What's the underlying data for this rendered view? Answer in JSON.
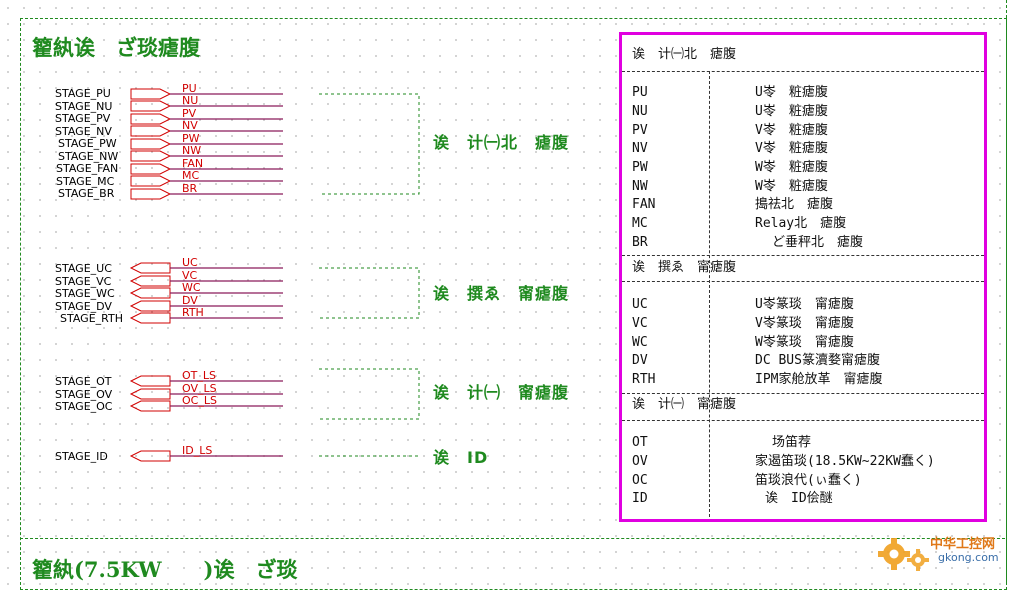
{
  "page": {
    "top_title": "籊紈诶　ざ琰瘧腹",
    "bottom_title": "籊紈(7.5KW　　)诶　ざ琰"
  },
  "groups": [
    {
      "direction": "out",
      "label": "诶　计㈠北　瘧腹",
      "signals": [
        {
          "name": "STAGE_PU",
          "pin": "PU"
        },
        {
          "name": "STAGE_NU",
          "pin": "NU"
        },
        {
          "name": "STAGE_PV",
          "pin": "PV"
        },
        {
          "name": "STAGE_NV",
          "pin": "NV"
        },
        {
          "name": "STAGE_PW",
          "pin": "PW"
        },
        {
          "name": "STAGE_NW",
          "pin": "NW"
        },
        {
          "name": "STAGE_FAN",
          "pin": "FAN"
        },
        {
          "name": "STAGE_MC",
          "pin": "MC"
        },
        {
          "name": "STAGE_BR",
          "pin": "BR"
        }
      ]
    },
    {
      "direction": "in",
      "label": "诶　撰ゑ　甯瘧腹",
      "signals": [
        {
          "name": "STAGE_UC",
          "pin": "UC"
        },
        {
          "name": "STAGE_VC",
          "pin": "VC"
        },
        {
          "name": "STAGE_WC",
          "pin": "WC"
        },
        {
          "name": "STAGE_DV",
          "pin": "DV"
        },
        {
          "name": "STAGE_RTH",
          "pin": "RTH"
        }
      ]
    },
    {
      "direction": "in",
      "label": "诶　计㈠　甯瘧腹",
      "signals": [
        {
          "name": "STAGE_OT",
          "pin": "OT_LS"
        },
        {
          "name": "STAGE_OV",
          "pin": "OV_LS"
        },
        {
          "name": "STAGE_OC",
          "pin": "OC_LS"
        }
      ]
    },
    {
      "direction": "in",
      "label": "诶　ID",
      "signals": [
        {
          "name": "STAGE_ID",
          "pin": "ID_LS"
        }
      ]
    }
  ],
  "legend": {
    "sections": [
      {
        "header": "诶　计㈠北　瘧腹",
        "rows": [
          {
            "code": "PU",
            "desc": "U岺　粧瘧腹"
          },
          {
            "code": "NU",
            "desc": "U岺　粧瘧腹"
          },
          {
            "code": "PV",
            "desc": "V岺　粧瘧腹"
          },
          {
            "code": "NV",
            "desc": "V岺　粧瘧腹"
          },
          {
            "code": "PW",
            "desc": "W岺　粧瘧腹"
          },
          {
            "code": "NW",
            "desc": "W岺　粧瘧腹"
          },
          {
            "code": "FAN",
            "desc": "搗祛北　瘧腹"
          },
          {
            "code": "MC",
            "desc": "Relay北　瘧腹"
          },
          {
            "code": "BR",
            "desc": "ど垂秤北　瘧腹"
          }
        ]
      },
      {
        "header": "诶　撰ゑ　甯瘧腹",
        "rows": [
          {
            "code": "UC",
            "desc": "U岺篆琰　甯瘧腹"
          },
          {
            "code": "VC",
            "desc": "V岺篆琰　甯瘧腹"
          },
          {
            "code": "WC",
            "desc": "W岺篆琰　甯瘧腹"
          },
          {
            "code": "DV",
            "desc": "DC BUS篆瀆婺甯瘧腹"
          },
          {
            "code": "RTH",
            "desc": "IPM家舱放革　甯瘧腹"
          }
        ]
      },
      {
        "header": "诶　计㈠　甯瘧腹",
        "rows": [
          {
            "code": "OT",
            "desc": "场笛荐"
          },
          {
            "code": "OV",
            "desc": "家遏笛琰(18.5KW~22KW蠢く)"
          },
          {
            "code": "OC",
            "desc": "笛琰浪代(ぃ蠢く)"
          },
          {
            "code": "ID",
            "desc": "诶　ID侩醚"
          }
        ]
      }
    ]
  },
  "watermark": {
    "name": "中华工控网",
    "domain": "gkong.com"
  },
  "colors": {
    "frame": "#1f8a1f",
    "signal_line": "#8a1a5a",
    "connector": "#d10000",
    "highlight": "#e000e0"
  }
}
